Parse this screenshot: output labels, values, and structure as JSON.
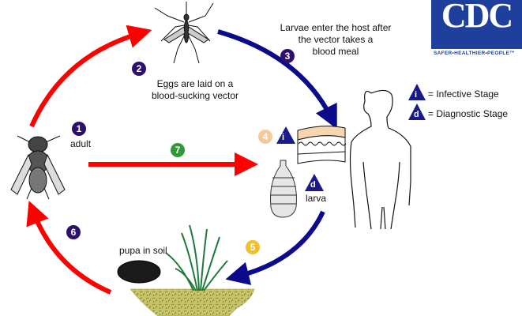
{
  "title": "Life cycle diagram (CDC)",
  "logo": {
    "text": "CDC",
    "tagline": "SAFER•HEALTHIER•PEOPLE™",
    "color": "#1f3f9c"
  },
  "legend": {
    "infective": {
      "symbol": "i",
      "label": "= Infective Stage"
    },
    "diagnostic": {
      "symbol": "d",
      "label": "= Diagnostic Stage"
    },
    "color": "#1a1a8c"
  },
  "steps": [
    {
      "number": "1",
      "color": "#2e0f6e",
      "label": "adult"
    },
    {
      "number": "2",
      "color": "#2e0f6e",
      "label": "Eggs are laid on a blood-sucking vector",
      "lines": [
        "Eggs are laid on a",
        "blood-sucking vector"
      ]
    },
    {
      "number": "3",
      "color": "#2e0f6e",
      "label": "Larvae enter the host after the vector takes a blood meal",
      "lines": [
        "Larvae enter the host after",
        "the vector takes a",
        "blood meal"
      ]
    },
    {
      "number": "4",
      "color": "#f5c99a",
      "label": ""
    },
    {
      "number": "5",
      "color": "#f2bf2a",
      "label": ""
    },
    {
      "number": "6",
      "color": "#2e0f6e",
      "label": "pupa in soil"
    },
    {
      "number": "7",
      "color": "#2f9a3a",
      "label": ""
    }
  ],
  "stage_labels": {
    "larva": "larva",
    "pupa": "pupa in soil",
    "adult": "adult"
  },
  "markers": {
    "infective_on_skin": "i",
    "diagnostic_on_larva": "d"
  },
  "colors": {
    "red_arrow": "#ff0000",
    "blue_arrow": "#0a0a8a",
    "soil": "#c7c46a",
    "grass": "#1f7a3a",
    "skin": "#f6d5b0"
  }
}
